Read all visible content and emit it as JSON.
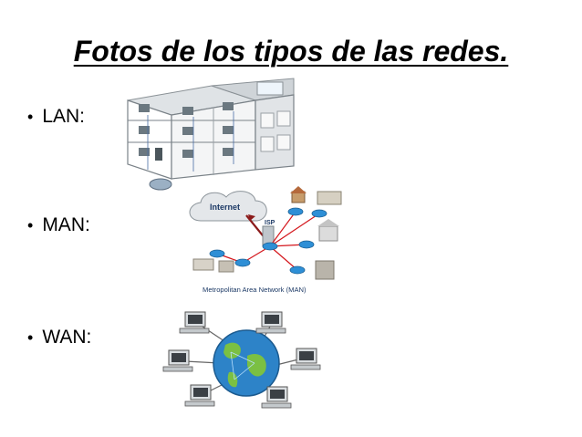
{
  "slide": {
    "title": "Fotos de los tipos de las redes.",
    "bullets": [
      {
        "label": "LAN:"
      },
      {
        "label": "MAN:"
      },
      {
        "label": "WAN:"
      }
    ]
  },
  "man_diagram": {
    "cloud_label": "Internet",
    "isp_label": "ISP",
    "caption": "Metropolitan Area Network (MAN)"
  },
  "colors": {
    "router": "#2e8fd6",
    "link": "#d4161c",
    "globe": "#2d83c8",
    "land": "#7bc043"
  }
}
